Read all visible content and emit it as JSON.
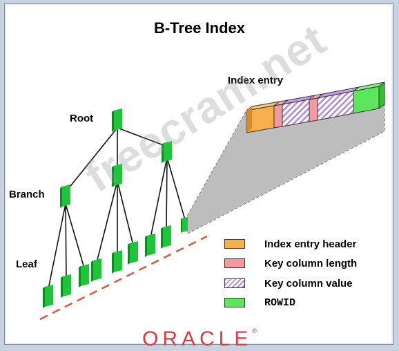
{
  "title": "B-Tree Index",
  "labels": {
    "root": "Root",
    "branch": "Branch",
    "leaf": "Leaf",
    "index_entry": "Index entry"
  },
  "legend": [
    {
      "label": "Index entry header",
      "color": "#f5b04a"
    },
    {
      "label": "Key column length",
      "color": "#f29aa0"
    },
    {
      "label": "Key column value",
      "color": "#b48bd6"
    },
    {
      "label": "ROWID",
      "color": "#5ce65c"
    }
  ],
  "watermark": "freecram.net",
  "logo": "ORACLE",
  "colors": {
    "node": "#1fc43a",
    "node_dark": "#0f8a24",
    "leaf_line": "#d95a3a",
    "callout": "#b9b9b9"
  }
}
